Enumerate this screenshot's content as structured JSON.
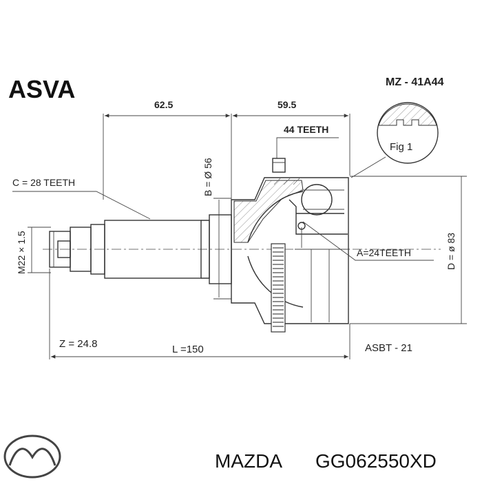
{
  "header": {
    "brand": "ASVA",
    "part_number": "MZ - 41A44"
  },
  "dimensions": {
    "outer_length_left": "62.5",
    "outer_length_right": "59.5",
    "outer_teeth": "44 TEETH",
    "inner_teeth_c": "C = 28 TEETH",
    "shaft_diameter_b": "B = Ø 56",
    "thread": "M22 × 1.5",
    "inner_teeth_a": "A=24TEETH",
    "outer_diameter_d": "D = ø 83",
    "z_value": "Z = 24.8",
    "length_l": "L =150",
    "reference": "ASBT - 21",
    "fig_label": "Fig 1"
  },
  "footer": {
    "manufacturer": "MAZDA",
    "oem_number": "GG062550XD",
    "logo_icon": "mazda-logo-icon"
  }
}
